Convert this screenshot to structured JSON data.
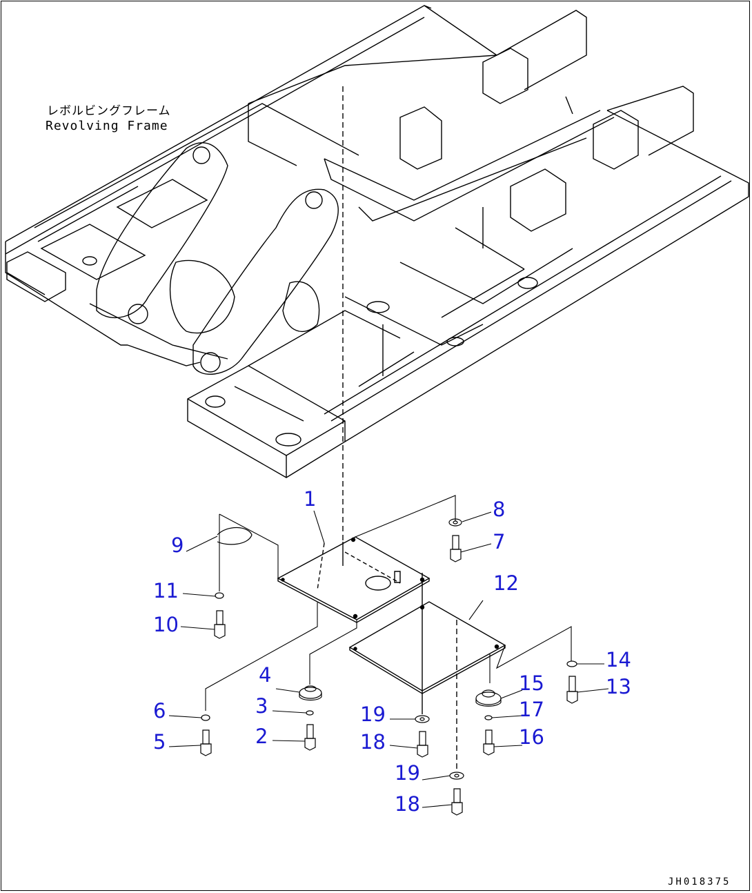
{
  "frame_label": {
    "japanese": "レボルビングフレーム",
    "english": "Revolving Frame"
  },
  "drawing_code": "JH018375",
  "callouts": [
    {
      "id": "c1",
      "text": "1"
    },
    {
      "id": "c2",
      "text": "2"
    },
    {
      "id": "c3",
      "text": "3"
    },
    {
      "id": "c4",
      "text": "4"
    },
    {
      "id": "c5",
      "text": "5"
    },
    {
      "id": "c6",
      "text": "6"
    },
    {
      "id": "c7",
      "text": "7"
    },
    {
      "id": "c8",
      "text": "8"
    },
    {
      "id": "c9",
      "text": "9"
    },
    {
      "id": "c10",
      "text": "10"
    },
    {
      "id": "c11",
      "text": "11"
    },
    {
      "id": "c12",
      "text": "12"
    },
    {
      "id": "c13",
      "text": "13"
    },
    {
      "id": "c14",
      "text": "14"
    },
    {
      "id": "c15",
      "text": "15"
    },
    {
      "id": "c16",
      "text": "16"
    },
    {
      "id": "c17",
      "text": "17"
    },
    {
      "id": "c18a",
      "text": "18"
    },
    {
      "id": "c18b",
      "text": "18"
    },
    {
      "id": "c19a",
      "text": "19"
    },
    {
      "id": "c19b",
      "text": "19"
    }
  ],
  "colors": {
    "callout": "#1a1ad2",
    "line": "#000000",
    "background": "#ffffff"
  }
}
